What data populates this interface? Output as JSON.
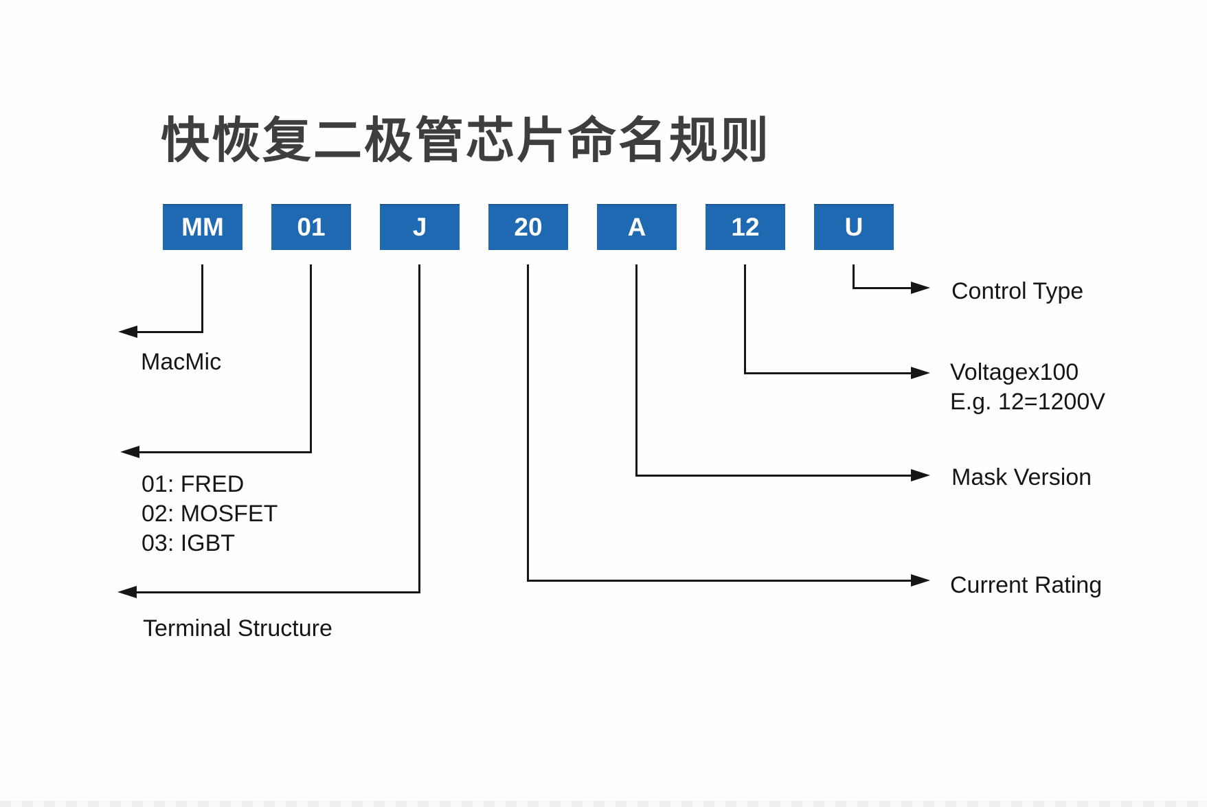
{
  "title": "快恢复二极管芯片命名规则",
  "part_number": {
    "segments": [
      {
        "code": "MM"
      },
      {
        "code": "01"
      },
      {
        "code": "J"
      },
      {
        "code": "20"
      },
      {
        "code": "A"
      },
      {
        "code": "12"
      },
      {
        "code": "U"
      }
    ]
  },
  "annotations": {
    "manufacturer": {
      "lines": [
        "MacMic"
      ]
    },
    "device_type": {
      "lines": [
        "01: FRED",
        "02: MOSFET",
        "03: IGBT"
      ]
    },
    "terminal": {
      "lines": [
        "Terminal Structure"
      ]
    },
    "current": {
      "lines": [
        "Current Rating"
      ]
    },
    "mask": {
      "lines": [
        "Mask Version"
      ]
    },
    "voltage": {
      "lines": [
        "Voltagex100",
        "E.g. 12=1200V"
      ]
    },
    "control": {
      "lines": [
        "Control Type"
      ]
    }
  },
  "colors": {
    "box_blue": "#1f69b2",
    "title_gray": "#3e3e3e",
    "line_black": "#161616"
  }
}
